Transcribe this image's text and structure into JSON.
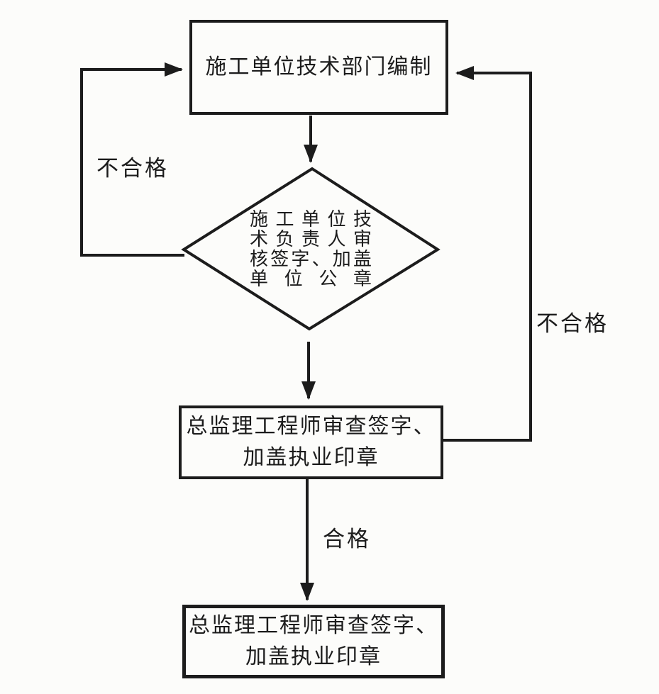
{
  "diagram": {
    "background": "#fcfcfa",
    "line_color": "#1c1c1c",
    "nodes": {
      "top_box": {
        "text": "施工单位技术部门编制"
      },
      "decision": {
        "line1": "施工单位技",
        "line2": "术负责人审",
        "line3": "核签字、加盖",
        "line4": "单位公章"
      },
      "middle_box": {
        "line1": "总监理工程师审查签字、",
        "line2": "加盖执业印章"
      },
      "bottom_box": {
        "line1": "总监理工程师审查签字、",
        "line2": "加盖执业印章"
      }
    },
    "labels": {
      "left_fail": "不合格",
      "right_fail": "不合格",
      "pass": "合格"
    }
  }
}
